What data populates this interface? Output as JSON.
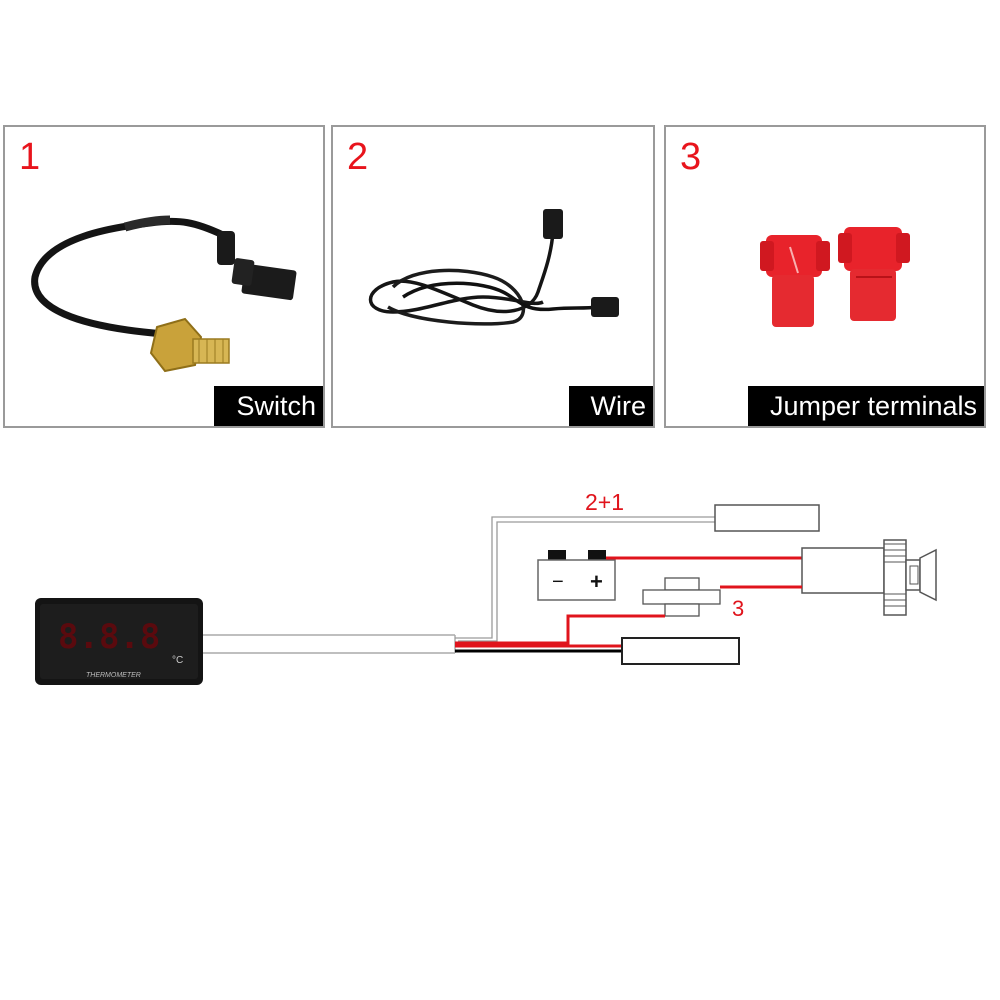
{
  "items": [
    {
      "number": "1",
      "label": "Switch"
    },
    {
      "number": "2",
      "label": "Wire"
    },
    {
      "number": "3",
      "label": "Jumper terminals"
    }
  ],
  "diagram": {
    "label_top": "2+1",
    "label_fuse": "3",
    "battery_minus": "−",
    "battery_plus": "+",
    "device_unit": "°C",
    "device_name": "THERMOMETER",
    "display_digits": "8.8.8"
  },
  "colors": {
    "accent_red": "#e8141c",
    "wire_red": "#e0141c",
    "wire_black": "#000000",
    "label_bg": "#000000",
    "panel_border": "#9a9a9a"
  }
}
